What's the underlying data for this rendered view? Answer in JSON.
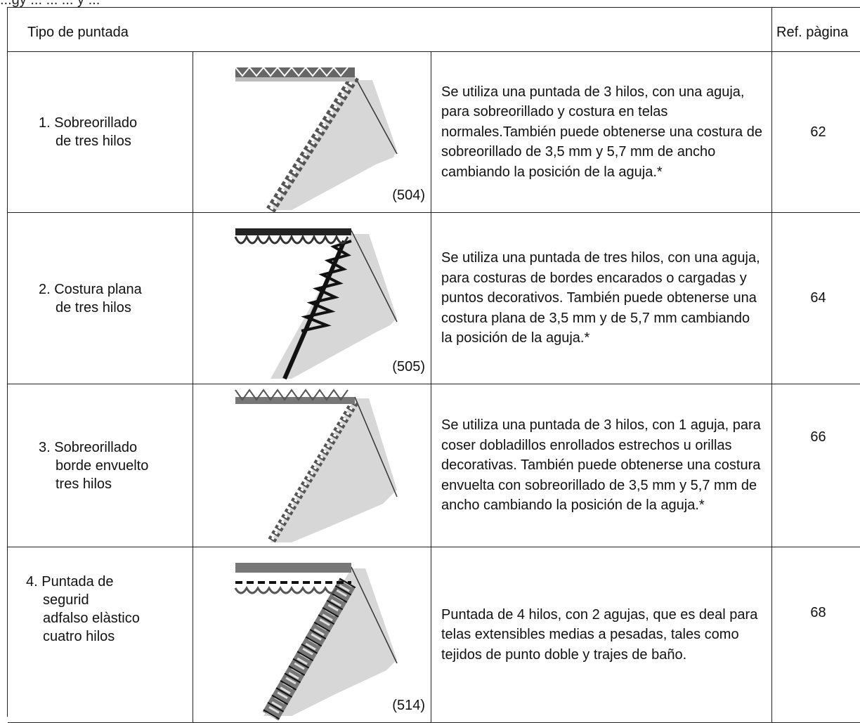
{
  "page": {
    "top_caption": "...gy ... ... ... y ..."
  },
  "table": {
    "header": {
      "stitch_type": "Tipo de puntada",
      "page_ref": "Ref. pàgina"
    },
    "rows": [
      {
        "name_lines": [
          "1. Sobreorillado",
          "de tres hilos"
        ],
        "code": "(504)",
        "description": "Se utiliza una puntada de 3 hilos, con una aguja, para sobreorillado y costura en telas normales.También puede obtenerse una costura de sobreorillado de 3,5 mm y  5,7 mm de ancho cambiando la posición de la aguja.*",
        "page": "62"
      },
      {
        "name_lines": [
          "2. Costura plana",
          "de tres hilos"
        ],
        "code": "(505)",
        "description": "Se utiliza una puntada de tres hilos, con una  aguja,  para  costuras  de bordes encarados o cargadas y puntos decorativos. También puede obtenerse una costura plana de 3,5 mm y de 5,7 mm cambiando la posición de la aguja.*",
        "page": "64"
      },
      {
        "name_lines": [
          "3. Sobreorillado",
          "borde envuelto",
          "tres hilos"
        ],
        "code": "",
        "description": "Se utiliza una puntada de 3 hilos, con 1 aguja, para coser dobladillos enrollados estrechos u orillas decorativas. También puede obtenerse una costura envuelta con sobreorillado de 3,5 mm y 5,7 mm de ancho cambiando la posición de la aguja.*",
        "page": "66"
      },
      {
        "name_lines": [
          "4. Puntada de",
          "segurid",
          "adfalso elàstico",
          "cuatro hilos"
        ],
        "code": "(514)",
        "description": "Puntada de 4 hilos, con 2 agujas, que es deal para telas extensibles medias a pesadas, tales como  tejidos de punto doble y trajes de baño.",
        "page": "68"
      }
    ]
  },
  "icons": {
    "row_images": [
      "overlock-stitch-diagram-icon",
      "flatlock-stitch-diagram-icon",
      "rolled-hem-stitch-diagram-icon",
      "safety-stitch-diagram-icon"
    ]
  }
}
